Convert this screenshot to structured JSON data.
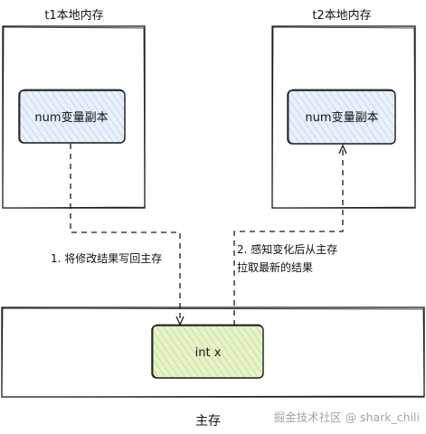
{
  "thread1": {
    "title": "t1本地内存",
    "copy_label": "num变量副本"
  },
  "thread2": {
    "title": "t2本地内存",
    "copy_label": "num变量副本"
  },
  "main_memory": {
    "label": "主存",
    "var_label": "int x"
  },
  "arrows": {
    "write_back": "1. 将修改结果写回主存",
    "sense_change_line1": "2. 感知变化后从主存",
    "sense_change_line2": "拉取最新的结果"
  },
  "watermark": "掘金技术社区 @ shark_chili",
  "colors": {
    "copy_fill": "#dbe8fb",
    "var_fill": "#d7eab0",
    "stroke": "#1a1a1a",
    "watermark": "#a3a3a3"
  }
}
